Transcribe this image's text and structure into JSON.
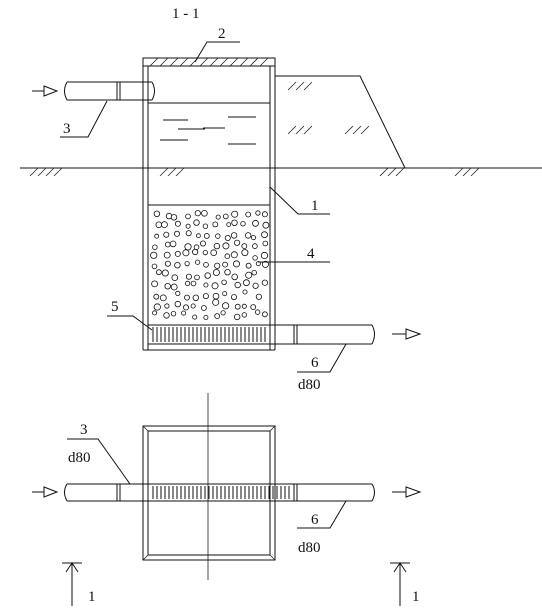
{
  "section_label": "1 - 1",
  "callouts": {
    "n1": "1",
    "n2": "2",
    "n3": "3",
    "n4": "4",
    "n5": "5",
    "n6": "6"
  },
  "plan_callouts": {
    "n3": "3",
    "d3": "d80",
    "n6": "6",
    "d6": "d80"
  },
  "section_d6": "d80",
  "cut_labels": {
    "left": "1",
    "right": "1"
  },
  "colors": {
    "ink": "#111111",
    "background": "#ffffff"
  }
}
